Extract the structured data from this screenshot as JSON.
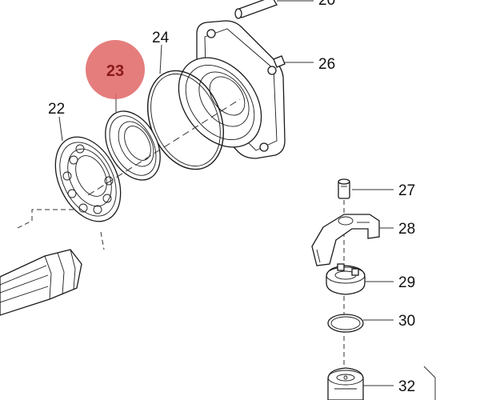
{
  "diagram": {
    "highlight_color": "#e06666",
    "highlight_text_color": "#8b1a1a",
    "highlighted_part": "23",
    "part_labels": {
      "p20": "20",
      "p22": "22",
      "p23": "23",
      "p24": "24",
      "p26": "26",
      "p27": "27",
      "p28": "28",
      "p29": "29",
      "p30": "30",
      "p32": "32"
    }
  }
}
